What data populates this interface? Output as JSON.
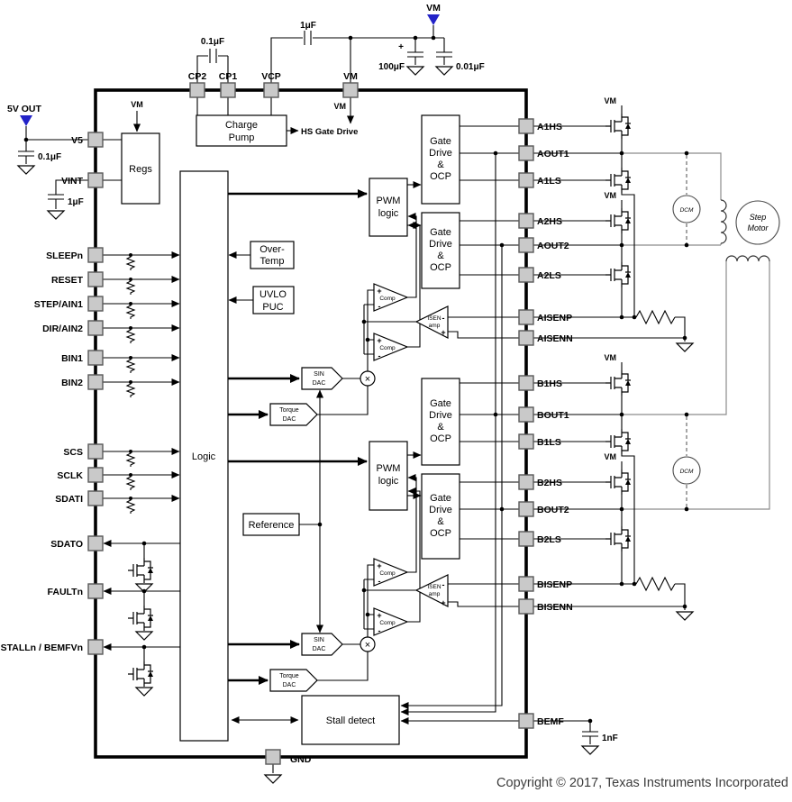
{
  "meta": {
    "copyright": "Copyright © 2017, Texas Instruments Incorporated"
  },
  "supplies": {
    "vm": "VM",
    "v5_out": "5V OUT"
  },
  "capacitors": {
    "cp": "0.1μF",
    "vcp": "1μF",
    "vm_bulk": "100μF",
    "vm_bypass": "0.01μF",
    "v5": "0.1μF",
    "vint": "1μF",
    "bemf": "1nF"
  },
  "pins": {
    "top": [
      "CP2",
      "CP1",
      "VCP",
      "VM"
    ],
    "left": [
      "V5",
      "VINT",
      "SLEEPn",
      "RESET",
      "STEP/AIN1",
      "DIR/AIN2",
      "BIN1",
      "BIN2",
      "SCS",
      "SCLK",
      "SDATI",
      "SDATO",
      "FAULTn",
      "STALLn / BEMFVn"
    ],
    "right": [
      "A1HS",
      "AOUT1",
      "A1LS",
      "A2HS",
      "AOUT2",
      "A2LS",
      "AISENP",
      "AISENN",
      "B1HS",
      "BOUT1",
      "B1LS",
      "B2HS",
      "BOUT2",
      "B2LS",
      "BISENP",
      "BISENN",
      "BEMF"
    ],
    "bottom": [
      "GND"
    ]
  },
  "blocks": {
    "regs": "Regs",
    "charge_pump": [
      "Charge",
      "Pump"
    ],
    "hs_gate_drive": "HS Gate Drive",
    "logic": "Logic",
    "over_temp": [
      "Over-",
      "Temp"
    ],
    "uvlo_puc": [
      "UVLO",
      "PUC"
    ],
    "pwm_logic": [
      "PWM",
      "logic"
    ],
    "gate_drive_ocp": [
      "Gate",
      "Drive",
      "&",
      "OCP"
    ],
    "comp": "Comp",
    "isen_amp": [
      "ISEN",
      "amp"
    ],
    "sin_dac": [
      "SIN",
      "DAC"
    ],
    "torque_dac": [
      "Torque",
      "DAC"
    ],
    "reference": "Reference",
    "stall_detect": "Stall detect",
    "dcm": "DCM",
    "step_motor": [
      "Step",
      "Motor"
    ]
  },
  "symbols": {
    "plus": "+",
    "minus": "-",
    "multiply": "×"
  }
}
